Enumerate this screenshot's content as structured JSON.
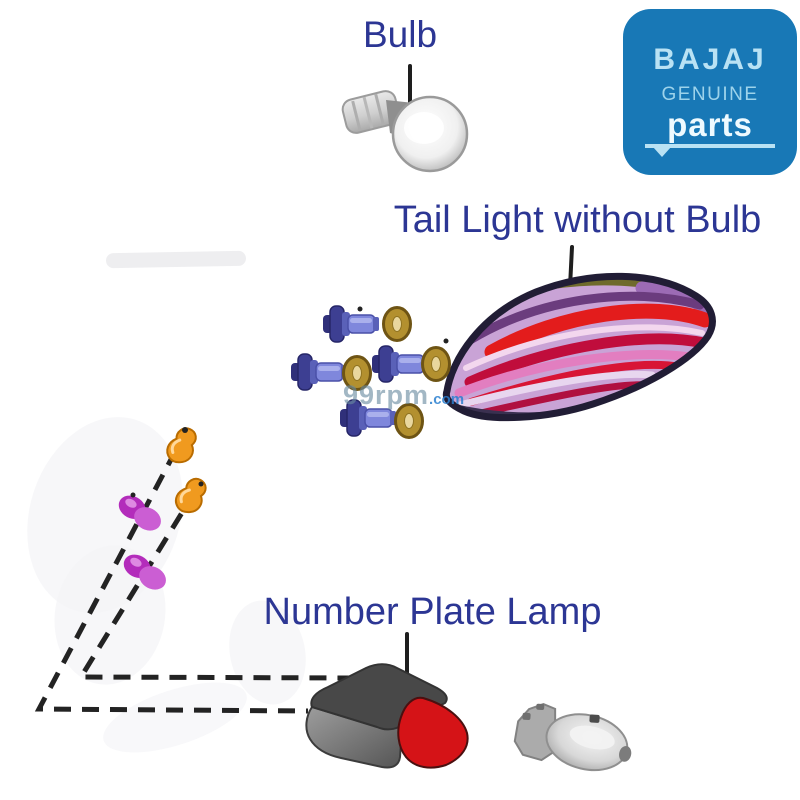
{
  "labels": {
    "bulb": "Bulb",
    "tail_light": "Tail Light without Bulb",
    "number_plate_lamp": "Number Plate Lamp"
  },
  "logo": {
    "brand": "BAJAJ",
    "genuine": "GENUINE",
    "parts": "parts"
  },
  "watermark": {
    "name": "99rpm",
    "domain": ".com"
  },
  "parts_shown": {
    "screw_count": 4,
    "washer_count": 4,
    "orange_clip_count": 2,
    "magenta_grommet_count": 2,
    "tail_light_bulb_count": 1,
    "wedge_bulb_count": 1
  },
  "colors": {
    "label_text": "#2c3694",
    "logo_bg": "#1878b6",
    "logo_brand": "#b9e2f4",
    "logo_genuine": "#9dd3eb",
    "logo_parts": "#eefaff",
    "leader_line": "#1e1e1e",
    "dashed_line": "#232323",
    "screw_head": "#3d3f92",
    "screw_shaft": "#7f87dc",
    "washer_gold": "#b3902f",
    "clip_orange": "#f09a1f",
    "grommet_magenta": "#b93fc4",
    "taillight_red": "#e31c1c",
    "taillight_pink": "#e27ec0",
    "taillight_lavender": "#c9a3d6",
    "lamp_body_dark": "#484848",
    "lamp_body_gray": "#828282",
    "lamp_lens_red": "#d51317",
    "watermark_blue": "#2a7fd0"
  }
}
